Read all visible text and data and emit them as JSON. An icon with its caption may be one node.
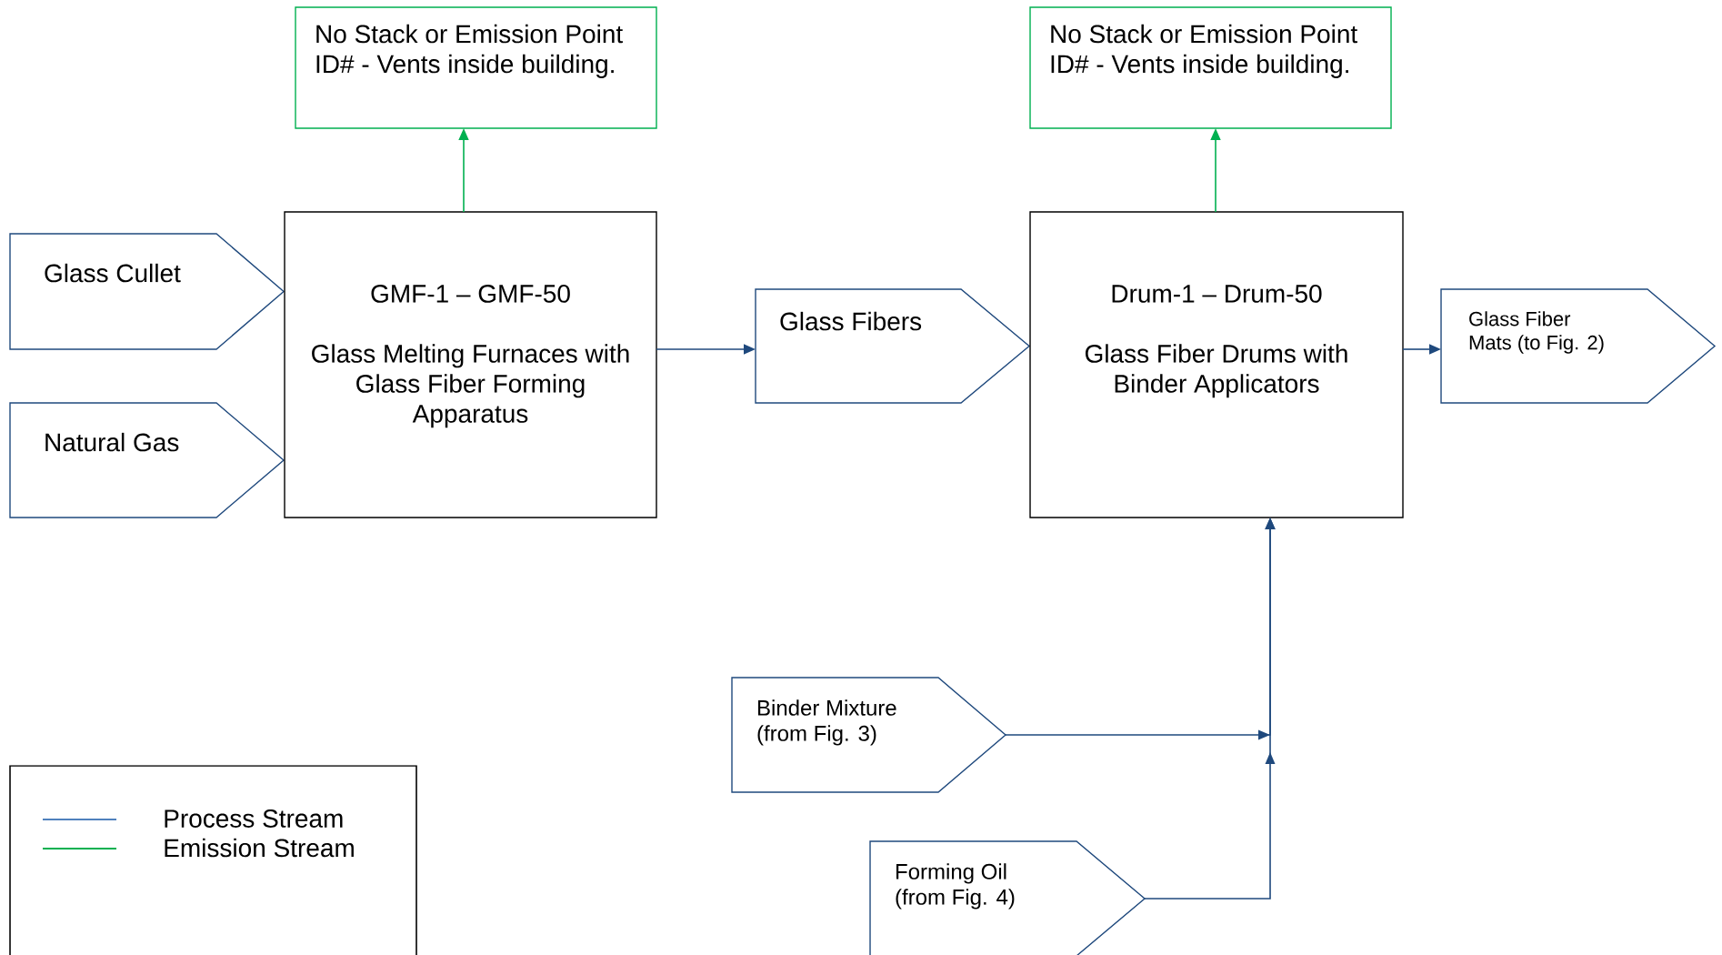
{
  "diagram": {
    "nodes": [
      {
        "text": [
          "No Stack or Emission Point ID# - Vents inside building."
        ]
      },
      {
        "text": [
          "No Stack or Emission Point ID# - Vents inside building."
        ]
      },
      {
        "text": [
          "Glass Cullet"
        ]
      },
      {
        "text": [
          "Natural Gas"
        ]
      },
      {
        "text": [
          "GMF-1 – GMF-50",
          "Glass Melting Furnaces with Glass Fiber Forming Apparatus"
        ]
      },
      {
        "text": [
          "Glass Fibers"
        ]
      },
      {
        "text": [
          "Drum-1 – Drum-50",
          "Glass Fiber Drums with Binder Applicators"
        ]
      },
      {
        "text": [
          "Glass Fiber Mats (to Fig. 2)"
        ]
      },
      {
        "text": [
          "Binder Mixture (from Fig. 3)"
        ]
      },
      {
        "text": [
          "Forming Oil (from Fig. 4)"
        ]
      }
    ],
    "edges": [
      {
        "from": 4,
        "to": 0,
        "arrow": "to",
        "color": "#00b050"
      },
      {
        "from": 6,
        "to": 1,
        "arrow": "to",
        "color": "#00b050"
      },
      {
        "from": 4,
        "to": 5,
        "arrow": "to"
      },
      {
        "from": 6,
        "to": 7,
        "arrow": "to"
      },
      {
        "from": 8,
        "to": 6,
        "arrow": "to"
      },
      {
        "from": 9,
        "to": 6,
        "arrow": "to"
      }
    ],
    "legend": [
      {
        "text": "Process Stream",
        "color": "#4f81bd"
      },
      {
        "text": "Emission Stream",
        "color": "#00b050"
      }
    ]
  }
}
